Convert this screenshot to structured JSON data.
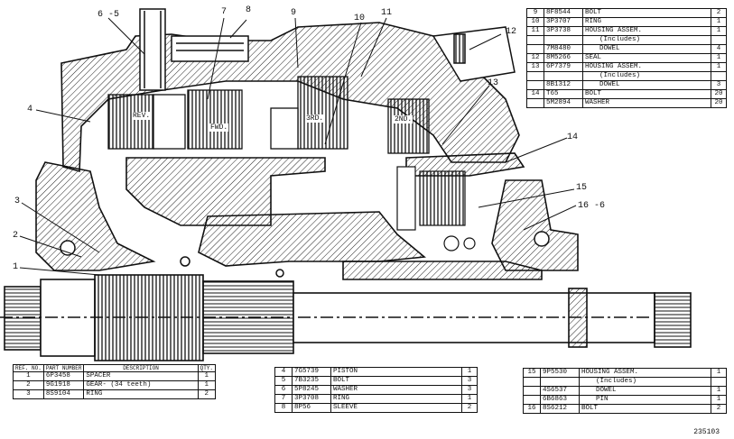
{
  "gear_labels": {
    "rev": "REV.",
    "fwd": "FWD.",
    "third": "3RD.",
    "second": "2ND."
  },
  "callouts": {
    "c1": "1",
    "c2": "2",
    "c3": "3",
    "c4": "4",
    "c6_5": "6 -5",
    "c7": "7",
    "c8": "8",
    "c9": "9",
    "c10": "10",
    "c11": "11",
    "c12": "12",
    "c13": "13",
    "c14": "14",
    "c15": "15",
    "c16_6": "16 -6"
  },
  "table_top": {
    "rows": [
      {
        "idx": "9",
        "part": "8F8544",
        "desc": "BOLT",
        "qty": "2"
      },
      {
        "idx": "10",
        "part": "3P3707",
        "desc": "RING",
        "qty": "1"
      },
      {
        "idx": "11",
        "part": "3P3738",
        "desc": "HOUSING ASSEM.",
        "qty": "1"
      },
      {
        "idx": "",
        "part": "",
        "desc": "(Includes)",
        "qty": ""
      },
      {
        "idx": "",
        "part": "7M8480",
        "desc": "DOWEL",
        "qty": "4"
      },
      {
        "idx": "12",
        "part": "8M5266",
        "desc": "SEAL",
        "qty": "1"
      },
      {
        "idx": "13",
        "part": "6P7379",
        "desc": "HOUSING ASSEM.",
        "qty": "1"
      },
      {
        "idx": "",
        "part": "",
        "desc": "(Includes)",
        "qty": ""
      },
      {
        "idx": "",
        "part": "8B1312",
        "desc": "DOWEL",
        "qty": "3"
      },
      {
        "idx": "14",
        "part": "T65",
        "desc": "BOLT",
        "qty": "20"
      },
      {
        "idx": "",
        "part": "5M2894",
        "desc": "WASHER",
        "qty": "20"
      }
    ]
  },
  "table_left": {
    "headers": {
      "idx": "REF. NO.",
      "part": "PART NUMBER",
      "desc": "DESCRIPTION",
      "qty": "QTY."
    },
    "rows": [
      {
        "idx": "1",
        "part": "6P3458",
        "desc": "SPACER",
        "qty": "1"
      },
      {
        "idx": "2",
        "part": "9G1918",
        "desc": "GEAR- (34 teeth)",
        "qty": "1"
      },
      {
        "idx": "3",
        "part": "8S9104",
        "desc": "RING",
        "qty": "2"
      }
    ]
  },
  "table_mid": {
    "rows": [
      {
        "idx": "4",
        "part": "7G5739",
        "desc": "PISTON",
        "qty": "1"
      },
      {
        "idx": "5",
        "part": "7B3235",
        "desc": "BOLT",
        "qty": "3"
      },
      {
        "idx": "6",
        "part": "5P8245",
        "desc": "WASHER",
        "qty": "3"
      },
      {
        "idx": "7",
        "part": "3P3708",
        "desc": "RING",
        "qty": "1"
      },
      {
        "idx": "8",
        "part": "8P56",
        "desc": "SLEEVE",
        "qty": "2"
      }
    ]
  },
  "table_right": {
    "rows": [
      {
        "idx": "15",
        "part": "9P5530",
        "desc": "HOUSING ASSEM.",
        "qty": "1"
      },
      {
        "idx": "",
        "part": "",
        "desc": "(Includes)",
        "qty": ""
      },
      {
        "idx": "",
        "part": "4S6537",
        "desc": "DOWEL",
        "qty": "1"
      },
      {
        "idx": "",
        "part": "6B6863",
        "desc": "PIN",
        "qty": "1"
      },
      {
        "idx": "16",
        "part": "8S6212",
        "desc": "BOLT",
        "qty": "2"
      }
    ]
  },
  "figure_number": "235103"
}
